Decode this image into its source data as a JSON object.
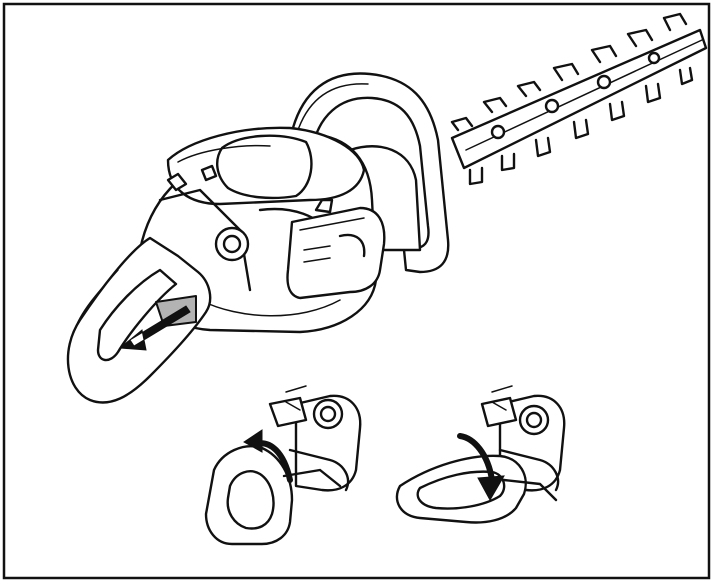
{
  "figure": {
    "background": "#ffffff",
    "line_color": "#111111",
    "accent_gray": "#b3b3b3",
    "panels": [
      {
        "name": "hedge-trimmer-main-view",
        "icon": "hedge-trimmer-icon"
      },
      {
        "name": "handle-rotate-up-view",
        "icon": "rotate-up-arrow-icon"
      },
      {
        "name": "handle-rotate-down-view",
        "icon": "rotate-down-arrow-icon"
      }
    ]
  }
}
